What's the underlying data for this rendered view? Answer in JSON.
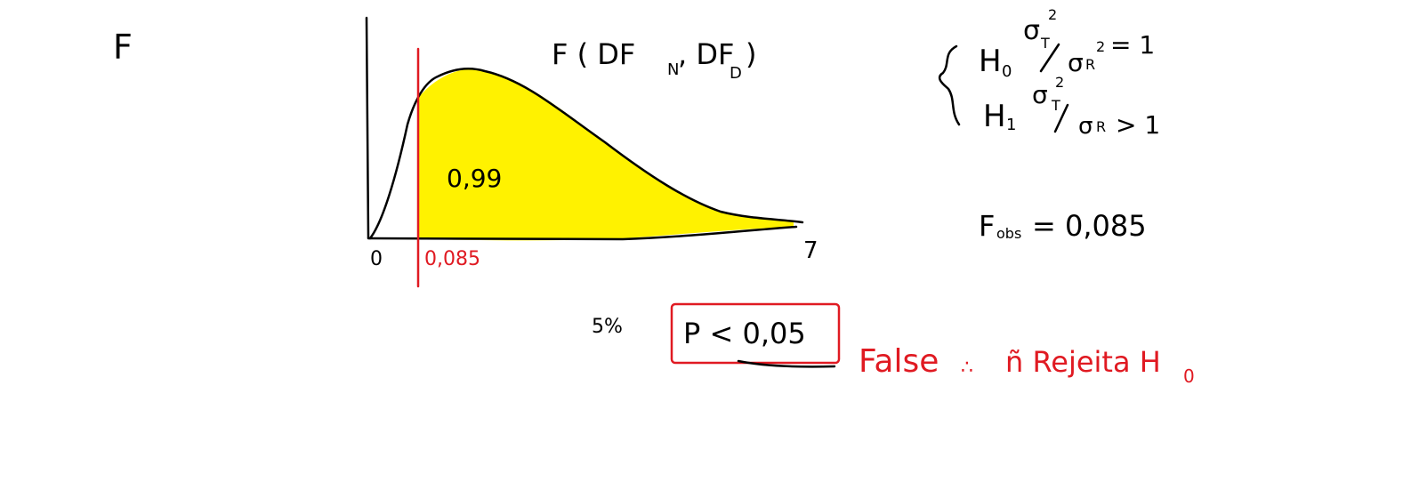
{
  "page": {
    "title": "F"
  },
  "chart": {
    "distribution_label": "F ( DF",
    "distribution_sub_n": "N",
    "distribution_mid": " , DF",
    "distribution_sub_d": "D",
    "distribution_close": " )",
    "area_label": "0,99",
    "origin_label": "0",
    "critical_value_label": "0,085",
    "axis_end_label": "7",
    "fill_color": "#fff200",
    "marker_color": "#e01a22"
  },
  "hypotheses": {
    "h0_prefix": "H",
    "h0_sub": "0",
    "h0_ratio_num": "σ",
    "h0_num_sub": "T",
    "h0_num_sup": "2",
    "h0_ratio_den": "σ",
    "h0_den_sub": "R",
    "h0_den_sup": "2",
    "h0_relation": "= 1",
    "h1_prefix": "H",
    "h1_sub": "1",
    "h1_ratio_num": "σ",
    "h1_num_sub": "T",
    "h1_num_sup": "2",
    "h1_ratio_den": "σ",
    "h1_den_sub": "R",
    "h1_relation": "> 1"
  },
  "statistic": {
    "label": "F",
    "label_sub": "obs",
    "value": "= 0,085"
  },
  "decision": {
    "alpha_label": "5%",
    "condition": "P < 0,05",
    "result": "False",
    "therefore": "∴",
    "conclusion": "ñ Rejeita H",
    "conclusion_sub": "0"
  }
}
